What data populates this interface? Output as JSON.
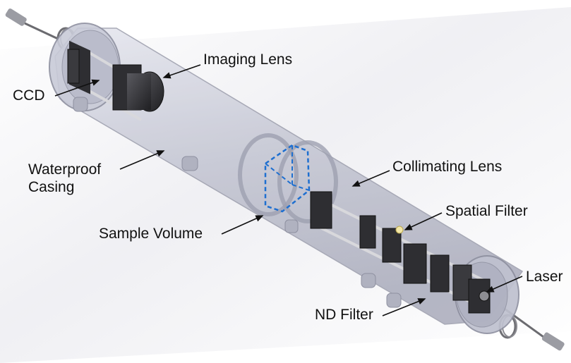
{
  "labels": {
    "imaging_lens": "Imaging Lens",
    "ccd": "CCD",
    "waterproof_line1": "Waterproof",
    "waterproof_line2": "Casing",
    "collimating_lens": "Collimating Lens",
    "spatial_filter": "Spatial Filter",
    "sample_volume": "Sample Volume",
    "laser": "Laser",
    "nd_filter": "ND Filter"
  },
  "colors": {
    "casing": "#c7c9d6",
    "casing_edge": "#9a9cab",
    "component_dark": "#3a3a3e",
    "rod": "#d8d8dc",
    "sample_volume": "#1e6fd0",
    "background_shadow": "#e9e9ee"
  }
}
